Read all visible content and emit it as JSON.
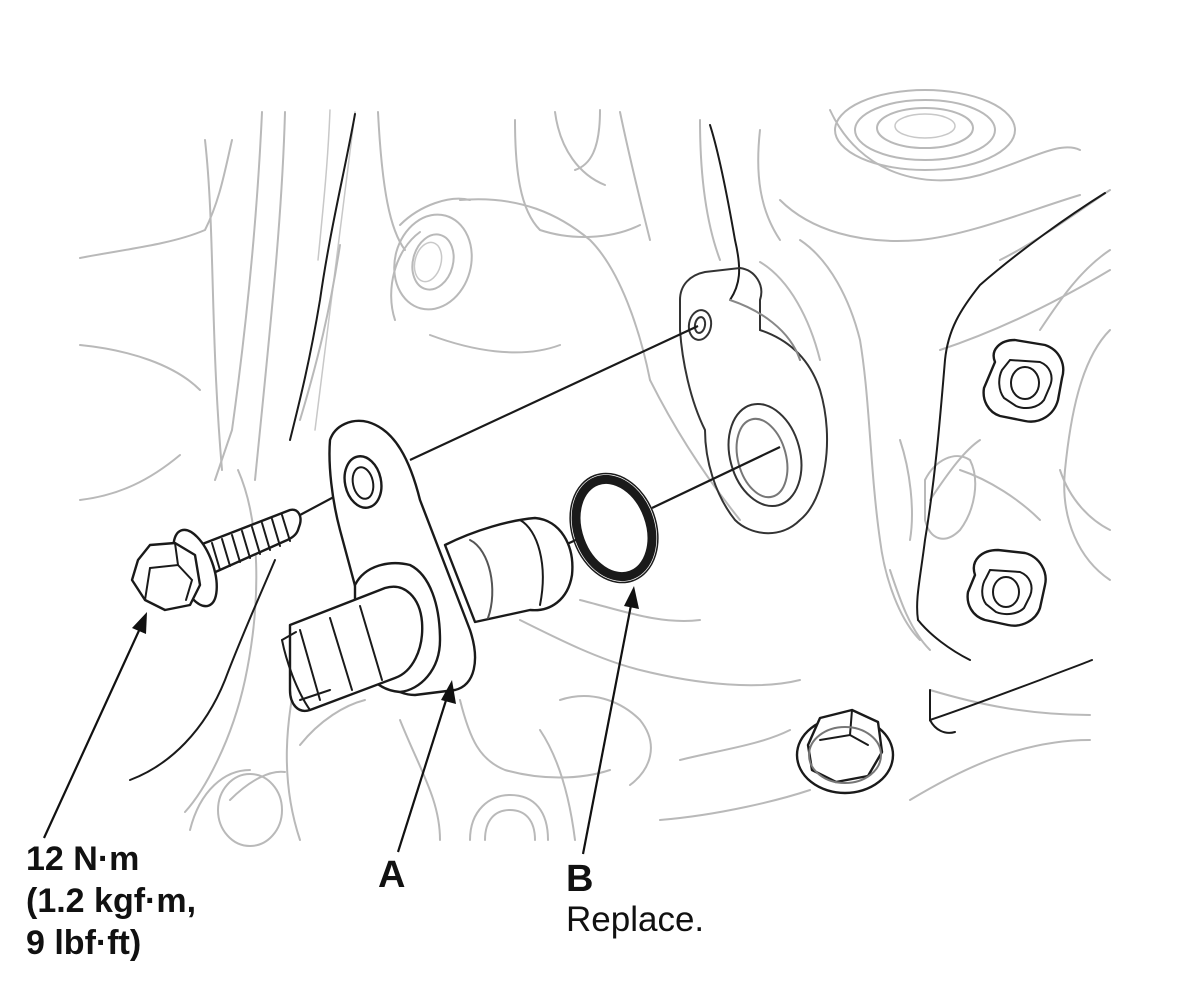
{
  "callouts": {
    "bolt": {
      "torque_line1": "12 N·m",
      "torque_line2": "(1.2 kgf·m,",
      "torque_line3": "9 lbf·ft)"
    },
    "sensor": {
      "letter": "A"
    },
    "oring": {
      "letter": "B",
      "note": "Replace."
    }
  },
  "colors": {
    "part_outline": "#1a1a1a",
    "background_outline": "#b9b9b9",
    "text": "#111111"
  }
}
